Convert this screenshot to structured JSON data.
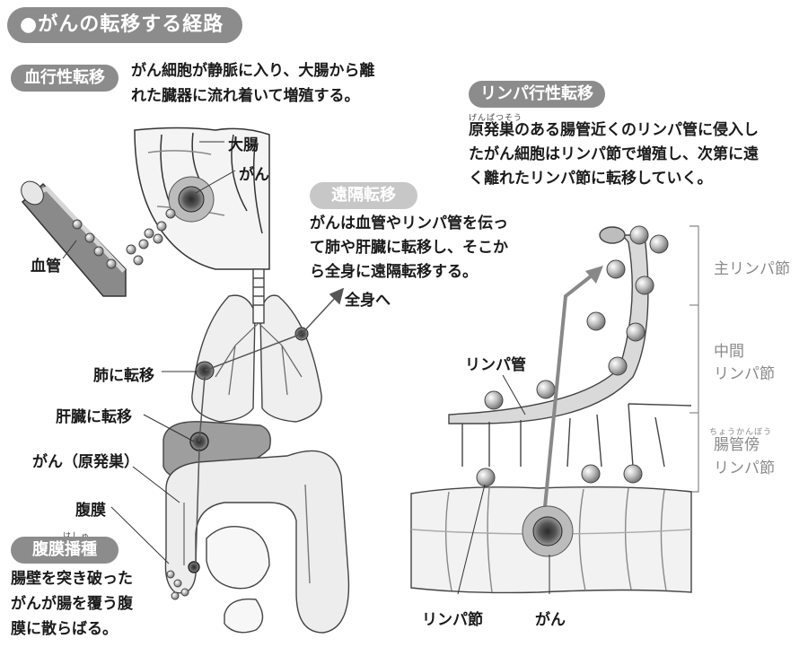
{
  "title": "●がんの転移する経路",
  "hematogenous": {
    "tag": "血行性転移",
    "desc_line1": "がん細胞が静脈に入り、大腸から離",
    "desc_line2": "れた臓器に流れ着いて増殖する。",
    "label_colon": "大腸",
    "label_cancer": "がん",
    "label_vessel": "血管"
  },
  "distant": {
    "tag": "遠隔転移",
    "desc_line1": "がんは血管やリンパ管を伝っ",
    "desc_line2": "て肺や肝臓に転移し、そこか",
    "desc_line3": "ら全身に遠隔転移する。",
    "to_body": "全身へ",
    "label_lung": "肺に転移",
    "label_liver": "肝臓に転移",
    "label_primary": "がん（原発巣）",
    "label_peritoneum": "腹膜"
  },
  "peritoneal": {
    "tag": "腹膜播種",
    "ruby": "はしゅ",
    "desc_line1": "腸壁を突き破った",
    "desc_line2": "がんが腸を覆う腹",
    "desc_line3": "膜に散らばる。"
  },
  "lymphatic": {
    "tag": "リンパ行性転移",
    "ruby": "げんぱつそう",
    "desc_line1": "原発巣のある腸管近くのリンパ管に侵入し",
    "desc_line2": "たがん細胞はリンパ節で増殖し、次第に遠",
    "desc_line3": "く離れたリンパ節に転移していく。",
    "label_main_node": "主リンパ節",
    "label_mid_node_1": "中間",
    "label_mid_node_2": "リンパ節",
    "label_para_ruby": "ちょうかんぼう",
    "label_para_node_1": "腸管傍",
    "label_para_node_2": "リンパ節",
    "label_lymph_vessel": "リンパ管",
    "label_lymph_node": "リンパ節",
    "label_cancer": "がん"
  }
}
